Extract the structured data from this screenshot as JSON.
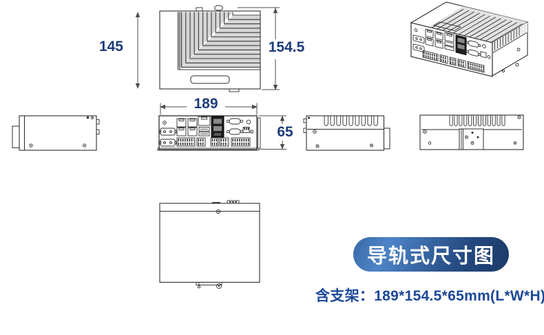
{
  "badge": {
    "label": "导轨式尺寸图"
  },
  "subtitle": {
    "text": "含支架：189*154.5*65mm(L*W*H)"
  },
  "dimensions": {
    "top_view_height": "145",
    "top_view_width": "154.5",
    "front_view_width": "189",
    "front_view_height": "65"
  },
  "colors": {
    "dimension_text": "#1e3c7a",
    "subtitle_text": "#1c4898",
    "badge_text": "#ffffff",
    "badge_gradient_start": "#4d84c7",
    "badge_gradient_end": "#1b3a67",
    "line_art": "#2e2e2e"
  }
}
